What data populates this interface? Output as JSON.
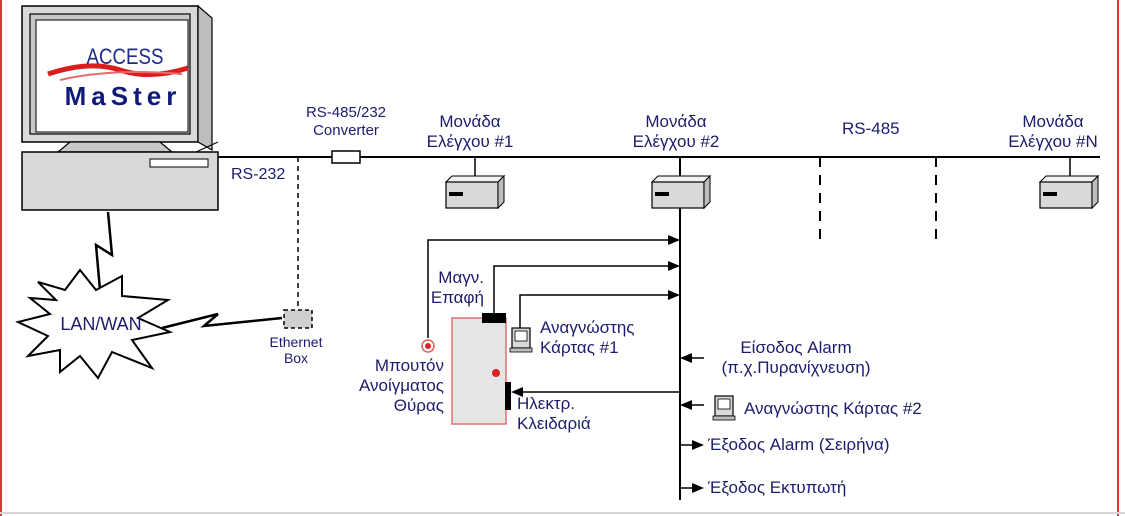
{
  "logo": {
    "line1": "ACCESS",
    "line2": "MaSter"
  },
  "labels": {
    "converter": "RS-485/232\nConverter",
    "rs232": "RS-232",
    "rs485": "RS-485",
    "unit1": "Μονάδα\nΕλέγχου #1",
    "unit2": "Μονάδα\nΕλέγχου #2",
    "unitN": "Μονάδα\nΕλέγχου #N",
    "lanwan": "LAN/WAN",
    "ethernet_box": "Ethernet\nBox",
    "door_button": "Μπουτόν\nΑνοίγματος\nΘύρας",
    "magnetic_contact": "Μαγν.\nΕπαφή",
    "card_reader_1": "Αναγνώστης\nΚάρτας #1",
    "electric_lock": "Ηλεκτρ.\nΚλειδαριά",
    "alarm_input": "Είσοδος Alarm\n(π.χ.Πυρανίχνευση)",
    "card_reader_2": "Αναγνώστης Κάρτας #2",
    "alarm_output": "Έξοδος Alarm (Σειρήνα)",
    "printer_output": "Έξοδος Εκτυπωτή"
  },
  "colors": {
    "text": "#1c1c6e",
    "line": "#000000",
    "border": "#d93a3a",
    "door_fill": "#e5e5e5",
    "door_border": "#e07070",
    "monitor": "#d9d9d9",
    "logo_blue": "#1f2a8a",
    "swoosh": "#d81e1e"
  },
  "icons": [
    "computer-icon",
    "controller-box-icon",
    "card-reader-icon",
    "lightning-icon",
    "starburst-icon"
  ]
}
